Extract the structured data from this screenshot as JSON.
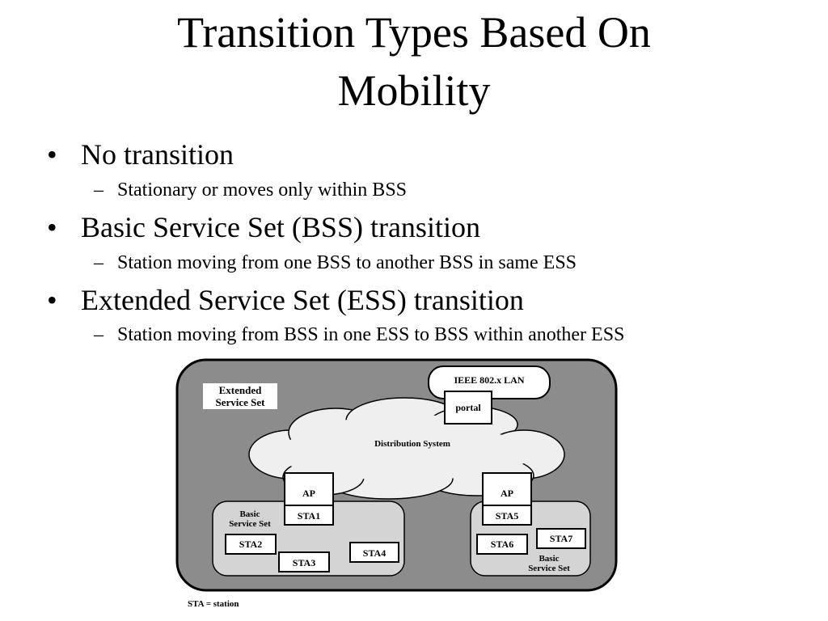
{
  "slide": {
    "title_line1": "Transition Types Based On",
    "title_line2": "Mobility",
    "items": [
      {
        "text": "No transition",
        "sub": "Stationary or moves only within BSS"
      },
      {
        "text": "Basic Service Set (BSS) transition",
        "sub": "Station moving from one BSS to another BSS in same ESS"
      },
      {
        "text": "Extended Service Set (ESS) transition",
        "sub": "Station moving from BSS in one ESS to BSS within another ESS"
      }
    ],
    "bullet_glyph": "•",
    "sub_glyph": "–"
  },
  "diagram": {
    "ess_label_1": "Extended",
    "ess_label_2": "Service Set",
    "lan_label": "IEEE 802.x LAN",
    "portal_label": "portal",
    "ds_label": "Distribution System",
    "left_bss": {
      "ap": "AP",
      "label_1": "Basic",
      "label_2": "Service Set",
      "stations": [
        "STA1",
        "STA2",
        "STA3",
        "STA4"
      ]
    },
    "right_bss": {
      "ap": "AP",
      "label_1": "Basic",
      "label_2": "Service Set",
      "stations": [
        "STA5",
        "STA6",
        "STA7"
      ]
    },
    "footnote": "STA = station",
    "colors": {
      "ess_fill": "#8c8c8c",
      "bss_fill": "#d4d4d4",
      "cloud_fill": "#efefef"
    }
  }
}
